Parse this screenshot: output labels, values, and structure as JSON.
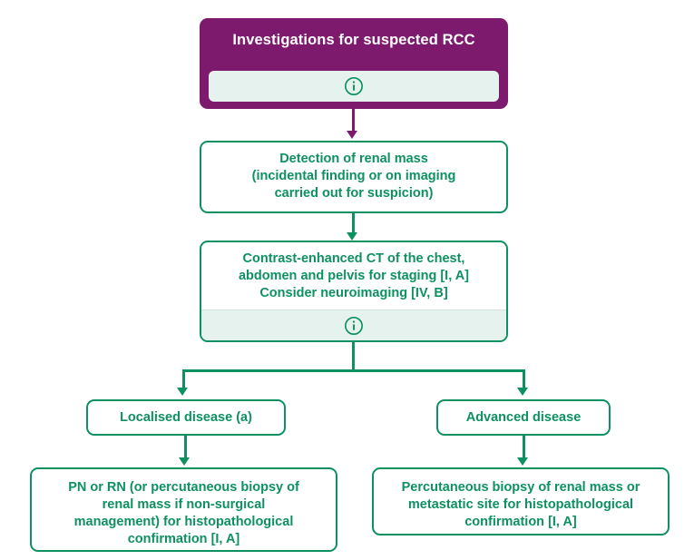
{
  "diagram": {
    "title": "Investigations for suspected RCC",
    "colors": {
      "accent_purple": "#7d1a6d",
      "accent_green": "#0e9161",
      "info_strip_bg": "#e6f2ed",
      "box_bg": "#ffffff",
      "title_text": "#ffffff"
    },
    "header": {
      "label": "Investigations for suspected RCC",
      "info_icon": "info-icon"
    },
    "nodes": [
      {
        "id": "detection",
        "label": "Detection of renal mass\n(incidental finding or on imaging\ncarried out for suspicion)",
        "has_info": false
      },
      {
        "id": "staging-ct",
        "label": "Contrast-enhanced CT of the chest,\nabdomen and pelvis for staging [I, A]\nConsider neuroimaging [IV, B]",
        "has_info": true,
        "info_icon": "info-icon"
      },
      {
        "id": "localised-disease",
        "label": "Localised disease (a)",
        "has_info": false
      },
      {
        "id": "advanced-disease",
        "label": "Advanced disease",
        "has_info": false
      },
      {
        "id": "localised-treatment",
        "label": "PN or RN (or percutaneous biopsy of\nrenal mass if non-surgical\nmanagement) for histopathological\nconfirmation [I, A]",
        "has_info": false
      },
      {
        "id": "advanced-treatment",
        "label": "Percutaneous biopsy of renal mass or\nmetastatic site for histopathological\nconfirmation [I, A]",
        "has_info": false
      }
    ]
  }
}
